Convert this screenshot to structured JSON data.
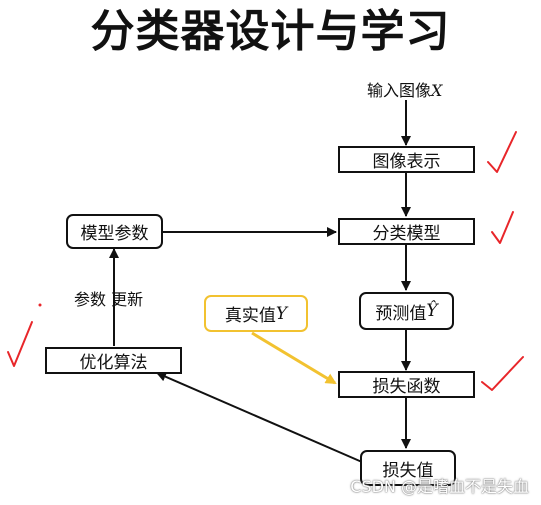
{
  "title": "分类器设计与学习",
  "input_label": "输入图像",
  "input_var": "X",
  "nodes": {
    "image_repr": "图像表示",
    "class_model": "分类模型",
    "model_params": "模型参数",
    "predicted_value": "预测值",
    "predicted_var": "Ŷ",
    "true_value": "真实值",
    "true_var": "Y",
    "loss_function": "损失函数",
    "optimizer": "优化算法",
    "loss_value": "损失值"
  },
  "edge_labels": {
    "update_params": "参数 更新"
  },
  "colors": {
    "annotation_red": "#e8262a",
    "highlight_gold": "#f2c230",
    "stroke": "#111111"
  },
  "watermark": "CSDN @是嗜血不是失血"
}
